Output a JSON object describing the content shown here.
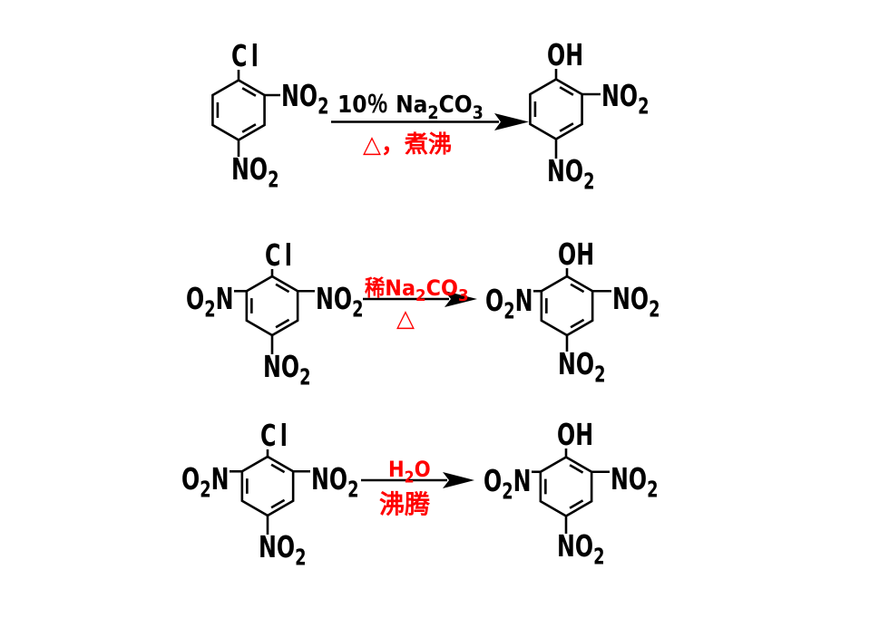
{
  "reactions": [
    {
      "reactant": {
        "top": "Cl",
        "right": "NO2",
        "bottom": "NO2"
      },
      "conditions": {
        "above": "10％ Na2CO3",
        "below": "△，煮沸"
      },
      "product": {
        "top": "OH",
        "right": "NO2",
        "bottom": "NO2"
      }
    },
    {
      "reactant": {
        "top": "Cl",
        "left": "O2N",
        "right": "NO2",
        "bottom": "NO2"
      },
      "conditions": {
        "above": "稀Na2CO3",
        "below": "△"
      },
      "product": {
        "top": "OH",
        "left": "O2N",
        "right": "NO2",
        "bottom": "NO2"
      }
    },
    {
      "reactant": {
        "top": "Cl",
        "left": "O2N",
        "right": "NO2",
        "bottom": "NO2"
      },
      "conditions": {
        "above": "H2O",
        "below": "沸腾"
      },
      "product": {
        "top": "OH",
        "left": "O2N",
        "right": "NO2",
        "bottom": "NO2"
      }
    }
  ],
  "colors": {
    "structure": "#000000",
    "condition_red": "#ff0000",
    "condition_black": "#000000"
  }
}
